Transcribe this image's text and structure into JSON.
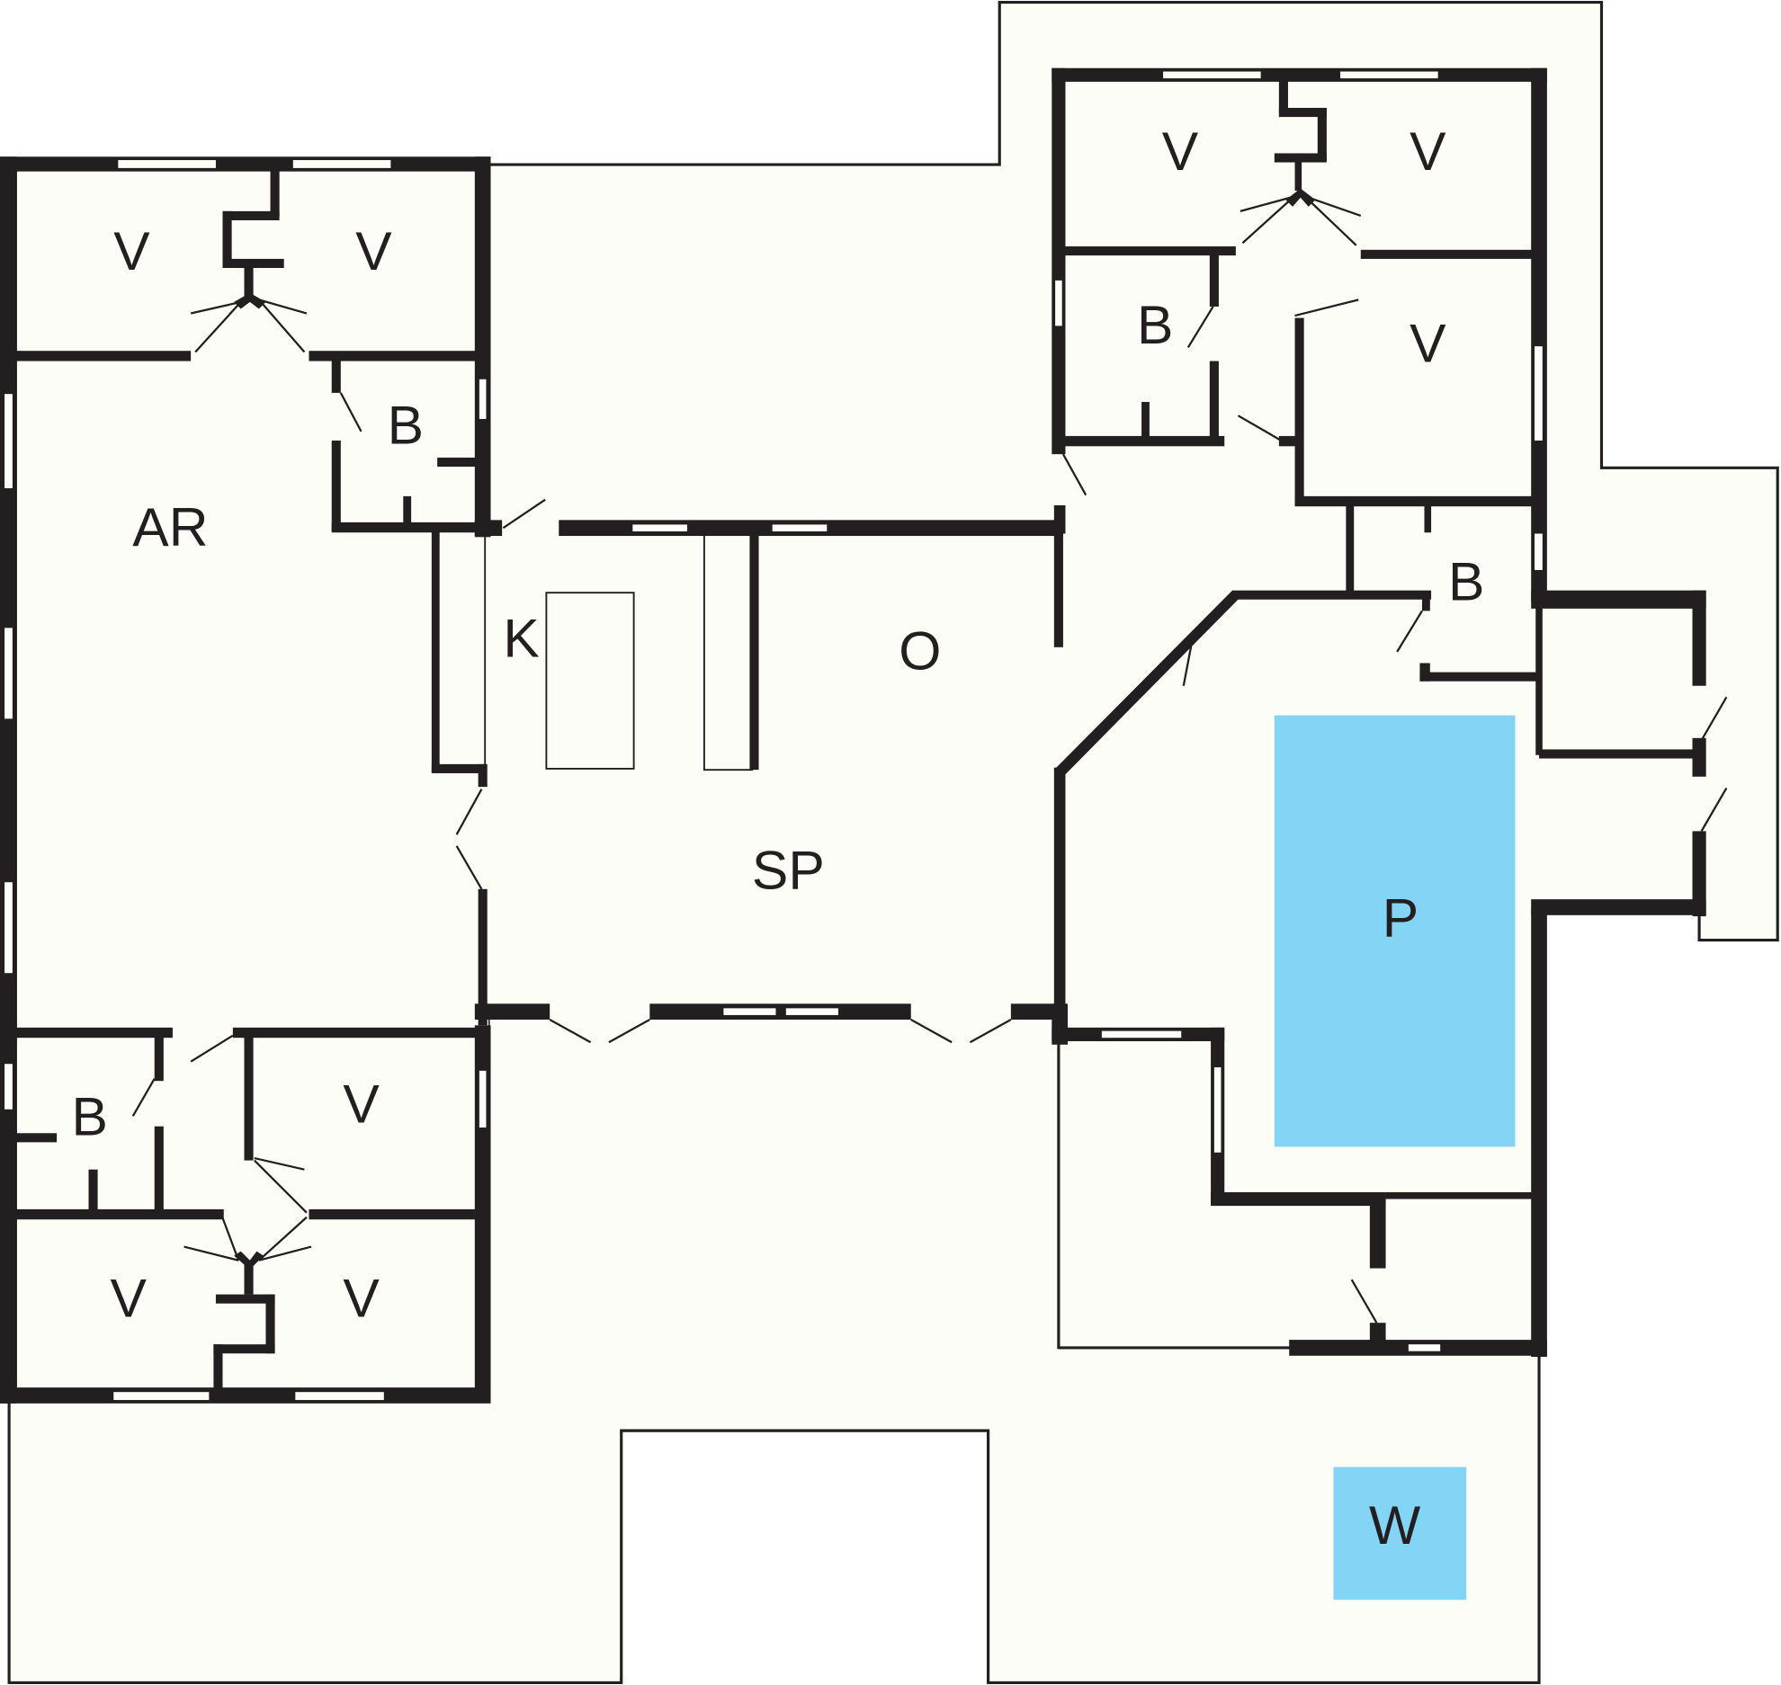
{
  "diagram": {
    "type": "floor-plan",
    "colors": {
      "floor": "#fdfdf8",
      "wall": "#231f20",
      "water": "#83d4f5",
      "background": "#ffffff"
    },
    "rooms": [
      {
        "id": "bedroom-nw-1",
        "label": "V"
      },
      {
        "id": "bedroom-nw-2",
        "label": "V"
      },
      {
        "id": "bath-nw",
        "label": "B"
      },
      {
        "id": "utility",
        "label": "AR"
      },
      {
        "id": "bath-sw",
        "label": "B"
      },
      {
        "id": "bedroom-sw-1",
        "label": "V"
      },
      {
        "id": "bedroom-sw-2",
        "label": "V"
      },
      {
        "id": "bedroom-sw-3",
        "label": "V"
      },
      {
        "id": "kitchen",
        "label": "K"
      },
      {
        "id": "living",
        "label": "O"
      },
      {
        "id": "dining",
        "label": "SP"
      },
      {
        "id": "bedroom-ne-1",
        "label": "V"
      },
      {
        "id": "bedroom-ne-2",
        "label": "V"
      },
      {
        "id": "bath-ne",
        "label": "B"
      },
      {
        "id": "bedroom-ne-3",
        "label": "V"
      },
      {
        "id": "bath-e",
        "label": "B"
      },
      {
        "id": "pool",
        "label": "P"
      },
      {
        "id": "whirlpool",
        "label": "W"
      }
    ]
  }
}
